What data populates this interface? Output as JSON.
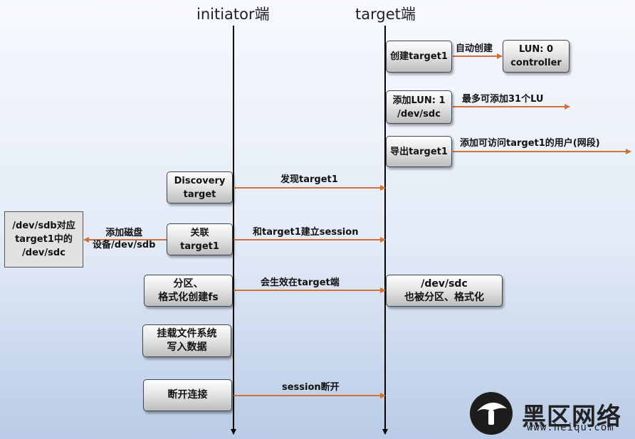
{
  "header": {
    "initiator": "initiator端",
    "target": "target端"
  },
  "target_steps": {
    "create": "创建target1",
    "auto_create": "自动创建",
    "lun0": "LUN: 0\ncontroller",
    "add_lun": "添加LUN: 1\n/dev/sdc",
    "max_lun": "最多可添加31个LU",
    "export": "导出target1",
    "access": "添加可访问target1的用户(网段)",
    "sdc_formatted": "/dev/sdc\n也被分区、格式化"
  },
  "initiator_steps": {
    "discovery": "Discovery\ntarget",
    "associate": "关联\ntarget1",
    "partition": "分区、\n格式化创建fs",
    "mount": "挂载文件系统\n写入数据",
    "disconnect": "断开连接"
  },
  "messages": {
    "discover": "发现target1",
    "session": "和target1建立session",
    "effect": "会生效在target端",
    "session_close": "session断开"
  },
  "local_device": {
    "box": "/dev/sdb对应\ntarget1中的\n/dev/sdc",
    "label": "添加磁盘\n设备/dev/sdb"
  },
  "watermark": {
    "name": "黑区网络",
    "url": "www.heiqu.com"
  },
  "colors": {
    "arrow": "#d2703a",
    "lifeline": "#000000"
  }
}
